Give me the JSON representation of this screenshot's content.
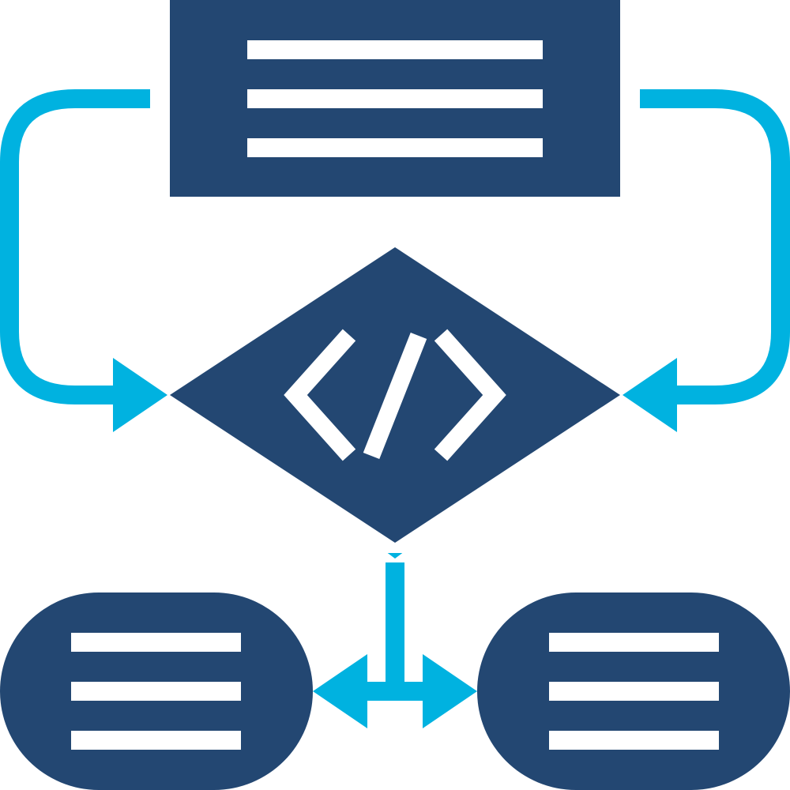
{
  "diagram": {
    "type": "flowchart-icon",
    "colors": {
      "node_fill": "#234772",
      "connector": "#00b2e0",
      "line_fill": "#ffffff",
      "background": "#ffffff"
    },
    "nodes": [
      {
        "id": "process-box",
        "shape": "rectangle",
        "content": "text-lines",
        "line_count": 3
      },
      {
        "id": "decision-diamond",
        "shape": "diamond",
        "content": "code-icon"
      },
      {
        "id": "terminal-left",
        "shape": "rounded-pill",
        "content": "text-lines",
        "line_count": 3
      },
      {
        "id": "terminal-right",
        "shape": "rounded-pill",
        "content": "text-lines",
        "line_count": 3
      }
    ],
    "connectors": [
      {
        "from": "process-box",
        "to": "decision-diamond",
        "side": "left"
      },
      {
        "from": "process-box",
        "to": "decision-diamond",
        "side": "right"
      },
      {
        "from": "decision-diamond",
        "to": "terminal-left",
        "side": "bottom"
      },
      {
        "from": "decision-diamond",
        "to": "terminal-right",
        "side": "bottom"
      }
    ]
  }
}
